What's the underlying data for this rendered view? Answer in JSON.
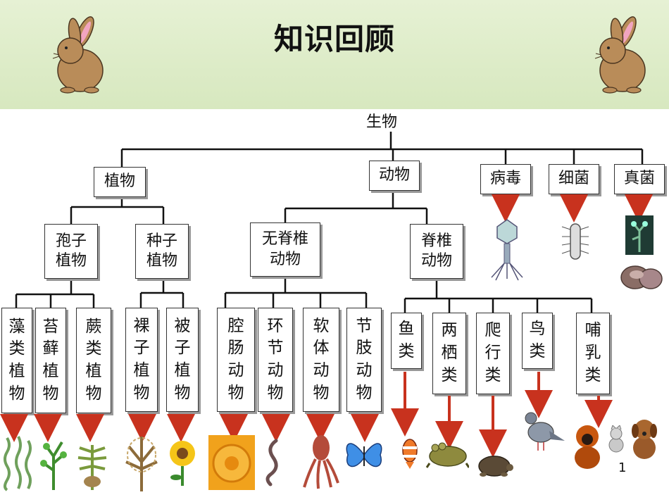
{
  "title": "知识回顾",
  "root": "生物",
  "level1": {
    "plant": "植物",
    "animal": "动物",
    "virus": "病毒",
    "bacteria": "细菌",
    "fungi": "真菌"
  },
  "plants": {
    "spore": "孢子植物",
    "seed": "种子植物",
    "spore_groups": [
      "藻类植物",
      "苔藓植物",
      "蕨类植物"
    ],
    "seed_groups": [
      "裸子植物",
      "被子植物"
    ]
  },
  "animals": {
    "invertebrate": "无脊椎动物",
    "vertebrate": "脊椎动物",
    "invertebrate_groups": [
      "腔肠动物",
      "环节动物",
      "软体动物",
      "节肢动物"
    ],
    "vertebrate_groups": [
      "鱼类",
      "两栖类",
      "爬行类",
      "鸟类",
      "哺乳类"
    ]
  },
  "page_number": "1",
  "colors": {
    "arrow": "#c8321e",
    "banner": "#dcebc6",
    "rabbit": "#b98c59"
  }
}
